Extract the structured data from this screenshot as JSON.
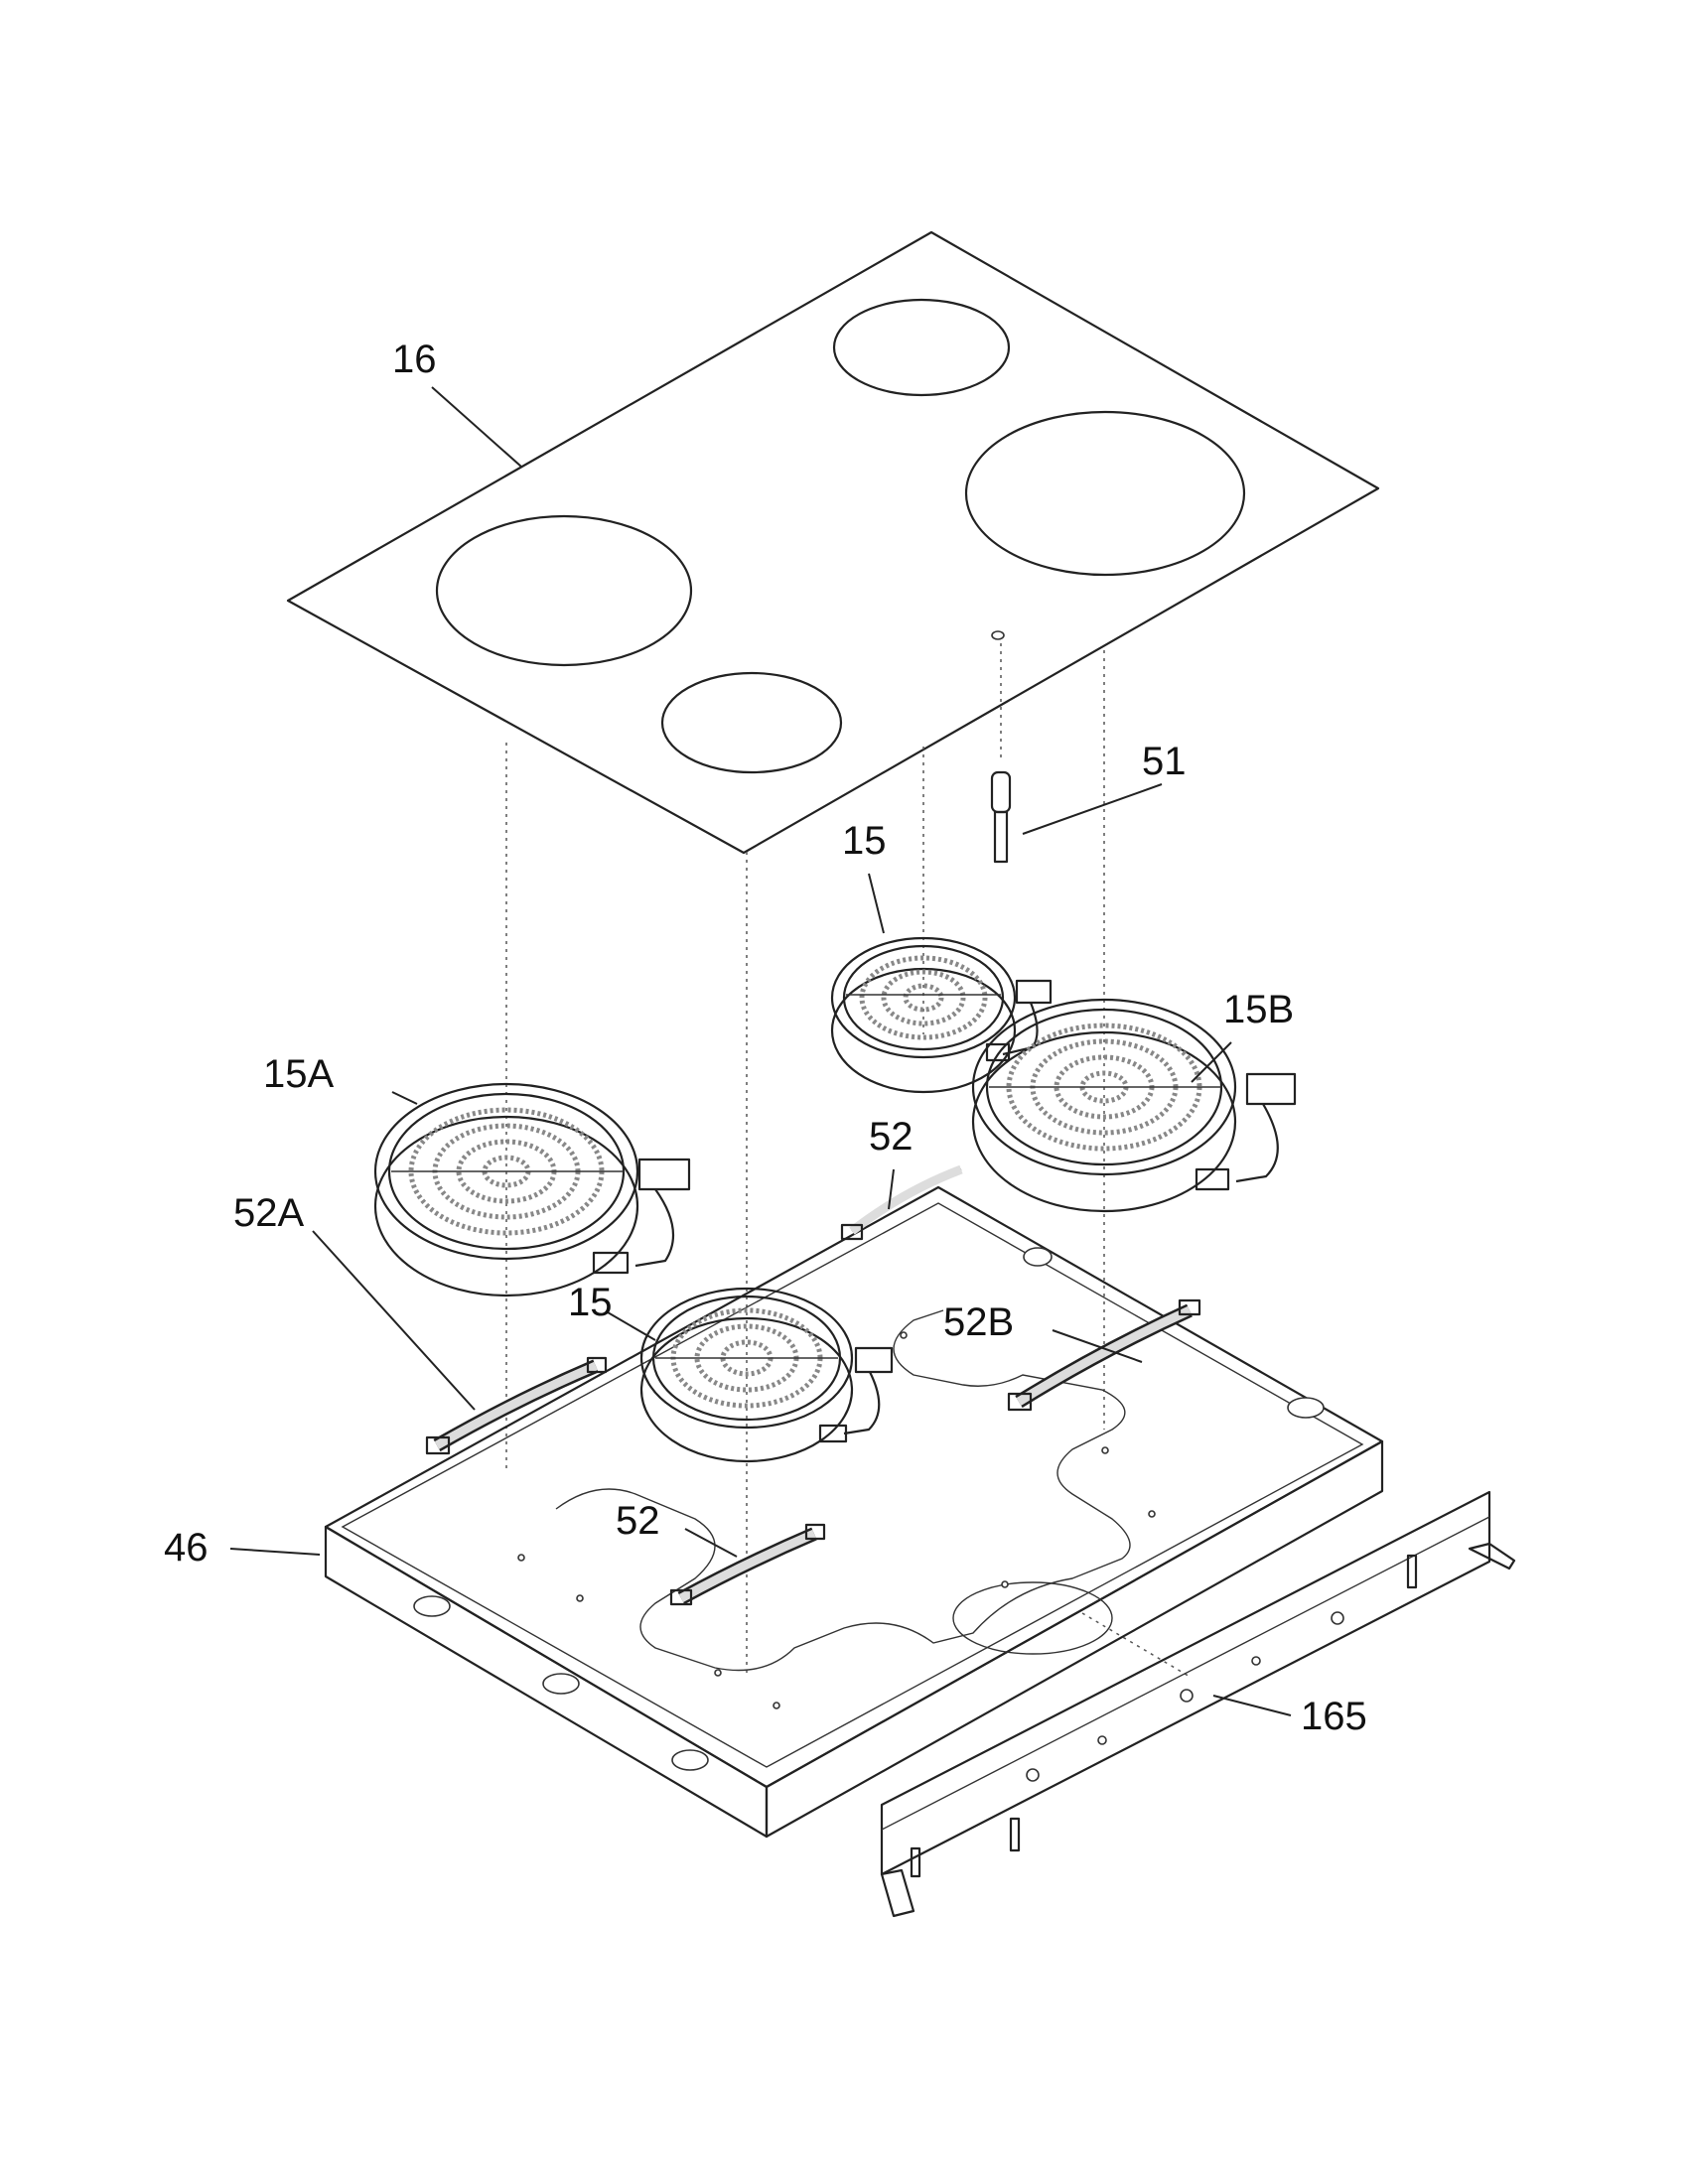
{
  "diagram": {
    "labels": {
      "glass_top": "16",
      "sensor": "51",
      "element_rear_left": "15",
      "element_front_left": "15A",
      "element_rear_right": "15B",
      "element_front_right": "15",
      "bracket_rear_right": "52",
      "bracket_front_left": "52A",
      "bracket_rear": "52B",
      "bracket_front": "52",
      "burner_box": "46",
      "rear_bracket": "165"
    }
  }
}
